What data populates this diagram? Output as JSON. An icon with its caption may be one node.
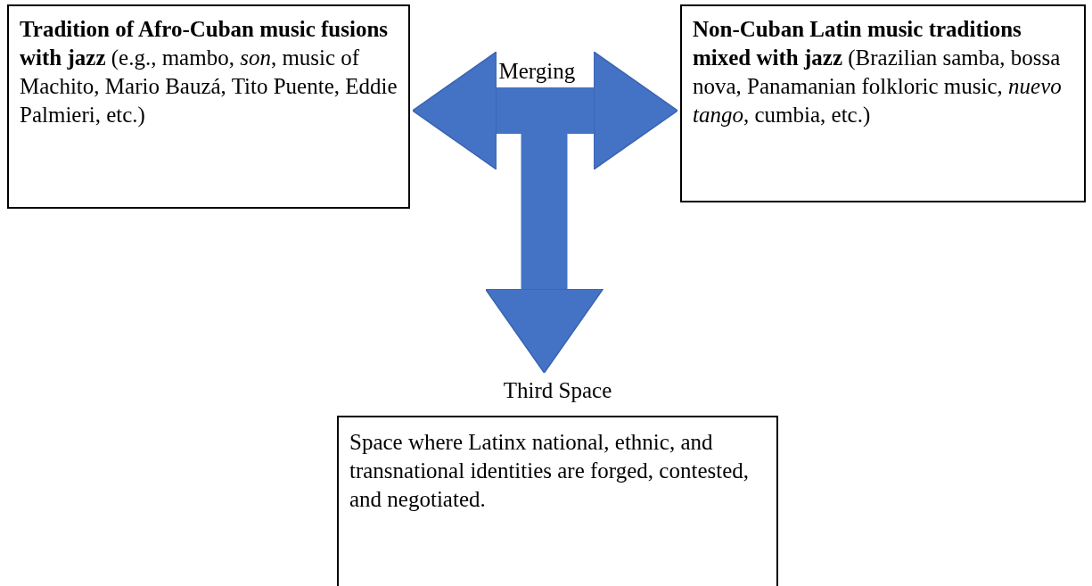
{
  "diagram": {
    "nodes": [
      {
        "text": [
          "**Tradition of Afro-Cuban music fusions with jazz** (e.g., mambo, *son*, music of Machito, Mario Bauzá, Tito Puente, Eddie Palmieri, etc.)"
        ]
      },
      {
        "text": [
          "**Non-Cuban Latin music traditions mixed with jazz** (Brazilian samba, bossa nova, Panamanian folkloric music, *nuevo tango*, cumbia, etc.)"
        ]
      },
      {
        "text": [
          "Third Space",
          "Space where Latinx national, ethnic, and transnational identities are forged, contested, and negotiated."
        ]
      }
    ],
    "edges": [
      {
        "from": 0,
        "to": 1,
        "arrow": "both",
        "label": "Merging"
      },
      {
        "from": null,
        "to": 2,
        "arrow": "to"
      }
    ]
  }
}
